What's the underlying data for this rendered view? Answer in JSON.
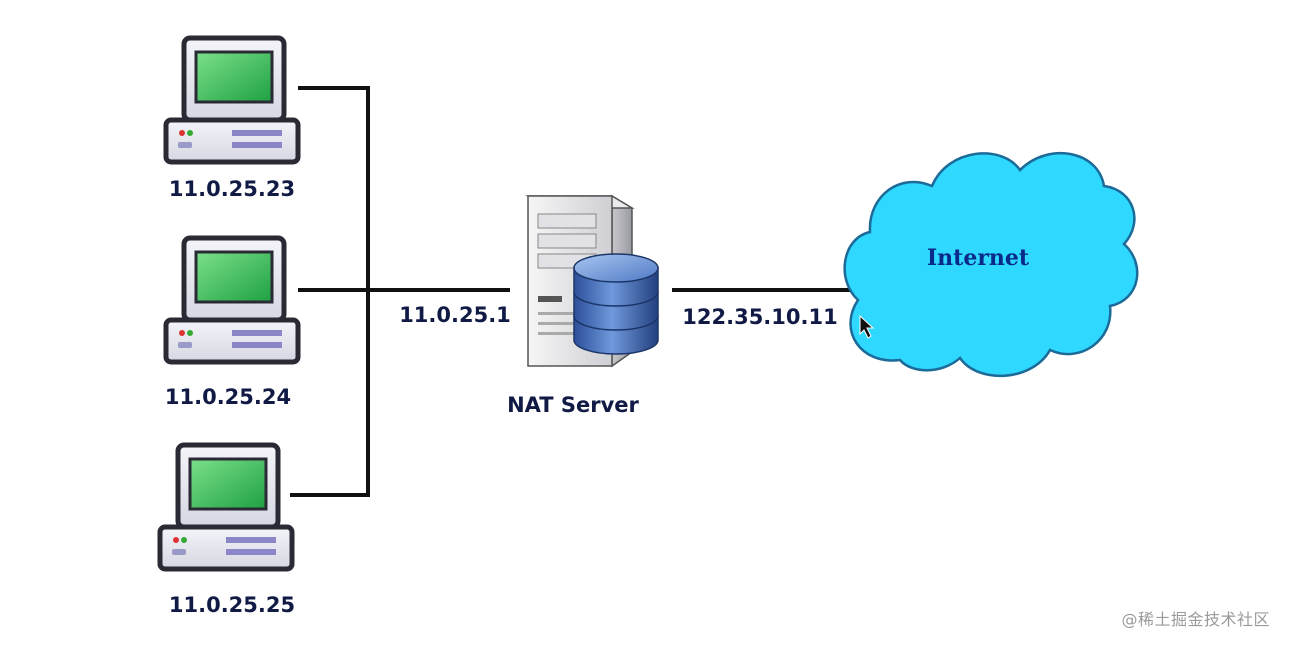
{
  "clients": [
    {
      "ip": "11.0.25.23"
    },
    {
      "ip": "11.0.25.24"
    },
    {
      "ip": "11.0.25.25"
    }
  ],
  "nat_server": {
    "label": "NAT Server",
    "inner_ip": "11.0.25.1",
    "outer_ip": "122.35.10.11"
  },
  "internet": {
    "label": "Internet",
    "color": "#2ed8ff"
  },
  "watermark": "@稀土掘金技术社区",
  "colors": {
    "wire": "#111111",
    "screen": "#3cc05a",
    "case": "#e8e8f0",
    "case_border": "#2a2a34"
  }
}
